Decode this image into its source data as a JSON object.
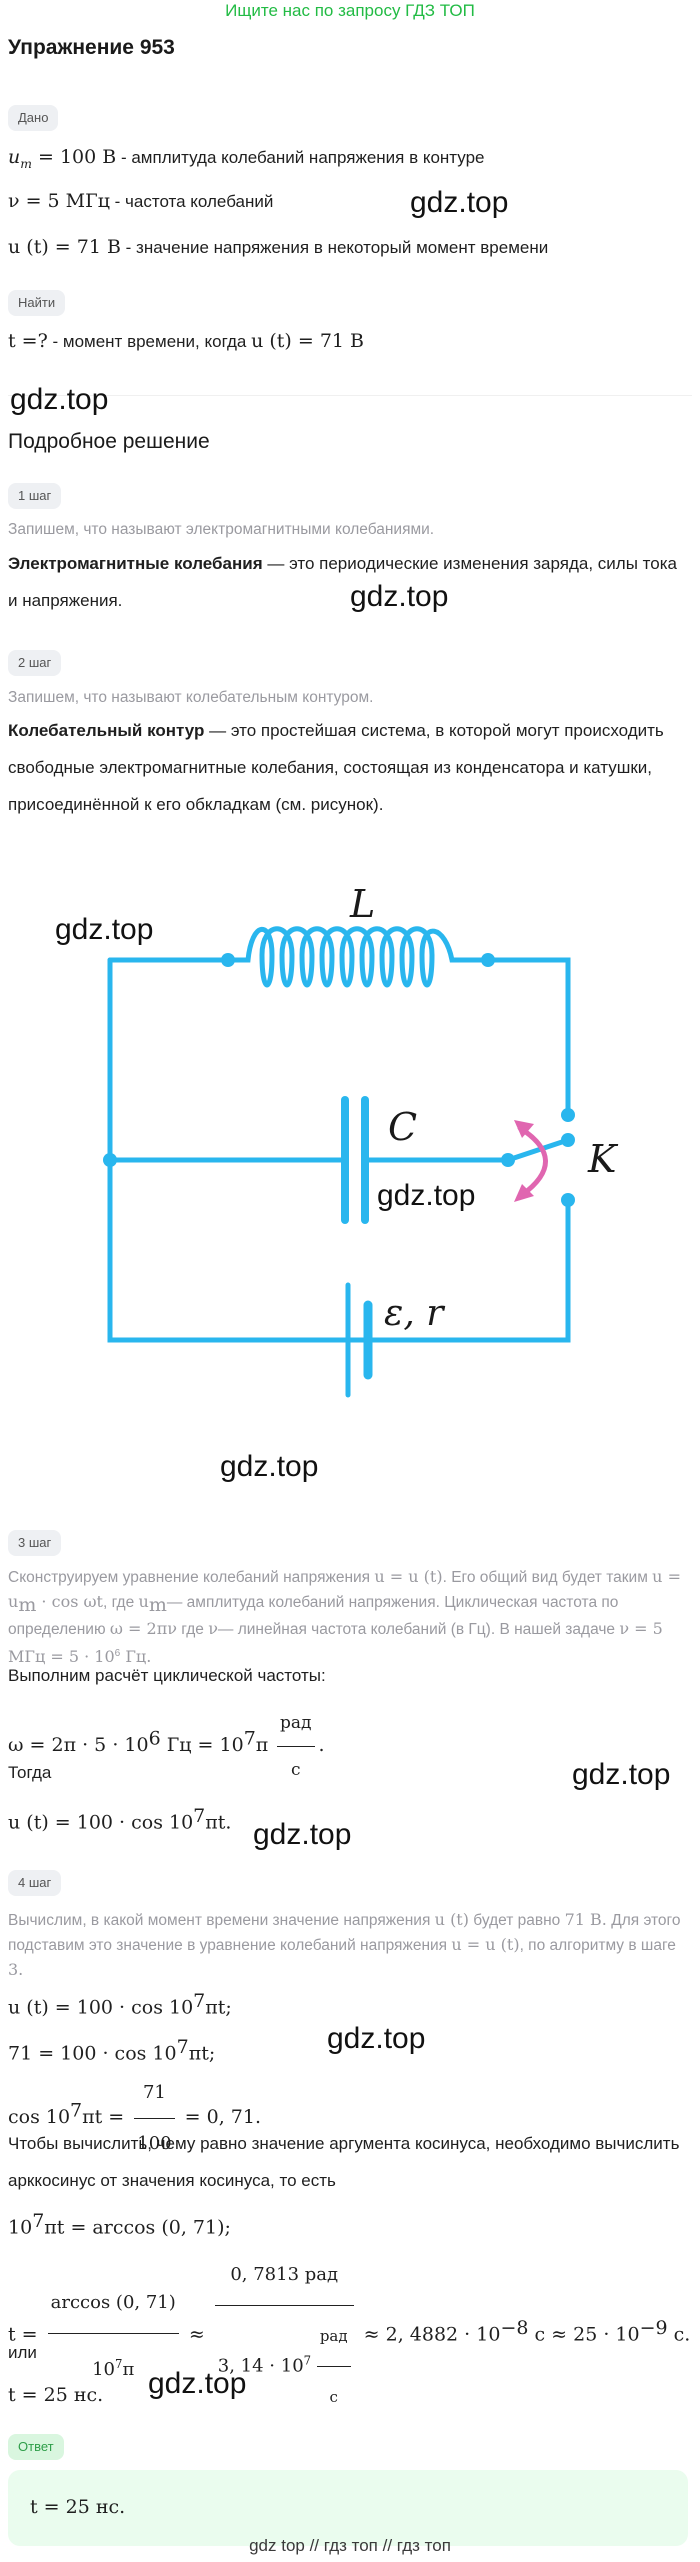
{
  "banner": "Ищите нас по запросу ГДЗ ТОП",
  "title": "Упражнение 953",
  "given_badge": "Дано",
  "given": [
    {
      "math": "u_m = 100 В",
      "text": " - амплитуда колебаний напряжения в контуре"
    },
    {
      "math": "ν = 5 МГц",
      "text": " - частота колебаний"
    },
    {
      "math": "u (t) = 71 В",
      "text": " - значение напряжения в некоторый момент времени"
    }
  ],
  "find_badge": "Найти",
  "find": {
    "math_a": "t =?",
    "text": " - момент времени, когда ",
    "math_b": "u (t) = 71 В"
  },
  "watermark": "gdz.top",
  "solution_title": "Подробное решение",
  "steps": {
    "s1": {
      "badge": "1 шаг",
      "grey": "Запишем, что называют электромагнитными колебаниями.",
      "bold": "Электромагнитные колебания",
      "rest": " — это периодические изменения заряда, силы тока и напряжения."
    },
    "s2": {
      "badge": "2 шаг",
      "grey": "Запишем, что называют колебательным контуром.",
      "bold": "Колебательный контур",
      "rest": " — это простейшая система, в которой могут происходить свободные электромагнитные колебания, состоящая из конденсатора и катушки, присоединённой к его обкладкам (см. рисунок)."
    },
    "s3": {
      "badge": "3 шаг",
      "grey_a": "Сконструируем уравнение колебаний напряжения ",
      "grey_b": ". Его общий вид будет таким ",
      "grey_c": ", где ",
      "grey_d": "— амплитуда колебаний напряжения. Циклическая частота по определению ",
      "grey_e": " где ",
      "grey_f": "— линейная частота колебаний (в Гц). В нашей задаче ",
      "m_u": "u = u (t)",
      "m_gen": "u = u",
      "m_gen2": " · cos ωt",
      "m_um": "u",
      "m_w": "ω = 2πν",
      "m_nu": "ν",
      "m_task": "ν = 5 МГц = 5 · 10",
      "m_task2": " Гц.",
      "calc_text": "Выполним расчёт циклической частоты:",
      "eq1_a": "ω = 2π · 5 · 10",
      "eq1_b": " Гц  =  10",
      "eq1_c": "π",
      "eq1_num": "рад",
      "eq1_den": "с",
      "then": "Тогда",
      "eq2": "u (t)  =  100 · cos 10",
      "eq2_b": "πt."
    },
    "s4": {
      "badge": "4 шаг",
      "grey_a": "Вычислим, в какой момент времени значение напряжения ",
      "grey_b": " будет равно ",
      "grey_c": " Для этого подставим это значение в уравнение колебаний напряжения ",
      "grey_d": ", по алгоритму в шаге ",
      "m_ut": "u (t)",
      "m_71": "71 В.",
      "m_uu": "u = u (t)",
      "m_3": "3.",
      "eq_a": "u (t)  =  100 · cos 10",
      "eq_a2": "πt;",
      "eq_b": "71 = 100 · cos 10",
      "eq_b2": "πt;",
      "eq_c": "cos 10",
      "eq_c2": "πt = ",
      "eq_c_num": "71",
      "eq_c_den": "100",
      "eq_c3": " = 0, 71.",
      "text_arc": "Чтобы вычислить, чему равно значение аргумента косинуса, необходимо вычислить арккосинус от значения косинуса, то есть",
      "eq_d": "10",
      "eq_d2": "πt = arccos (0, 71);",
      "eq_e": "t = ",
      "eq_e_num": "arccos (0, 71)",
      "eq_e_den": "10",
      "eq_e_den2": "π",
      "eq_e_approx": " ≈ ",
      "eq_e_num2": "0, 7813 рад",
      "eq_e_den3": "3, 14 · 10",
      "eq_e_rad": "рад",
      "eq_e_s": "с",
      "eq_e_res": " ≈ 2, 4882 · 10",
      "eq_e_res2": " с  ≈  25 · 10",
      "eq_e_res3": " с.",
      "or": "или",
      "eq_f": "t = 25 нс."
    }
  },
  "answer_badge": "Ответ",
  "answer": "t = 25 нс.",
  "footer": "gdz top  //  гдз топ  //  гдз топ",
  "circuit": {
    "L": "L",
    "C": "C",
    "K": "K",
    "E": "ε, r",
    "wire_color": "#29b6ee",
    "switch_color": "#e066b0"
  },
  "exp": {
    "six": "6",
    "seven": "7",
    "minus8": "−8",
    "minus9": "−9",
    "m": "m"
  }
}
